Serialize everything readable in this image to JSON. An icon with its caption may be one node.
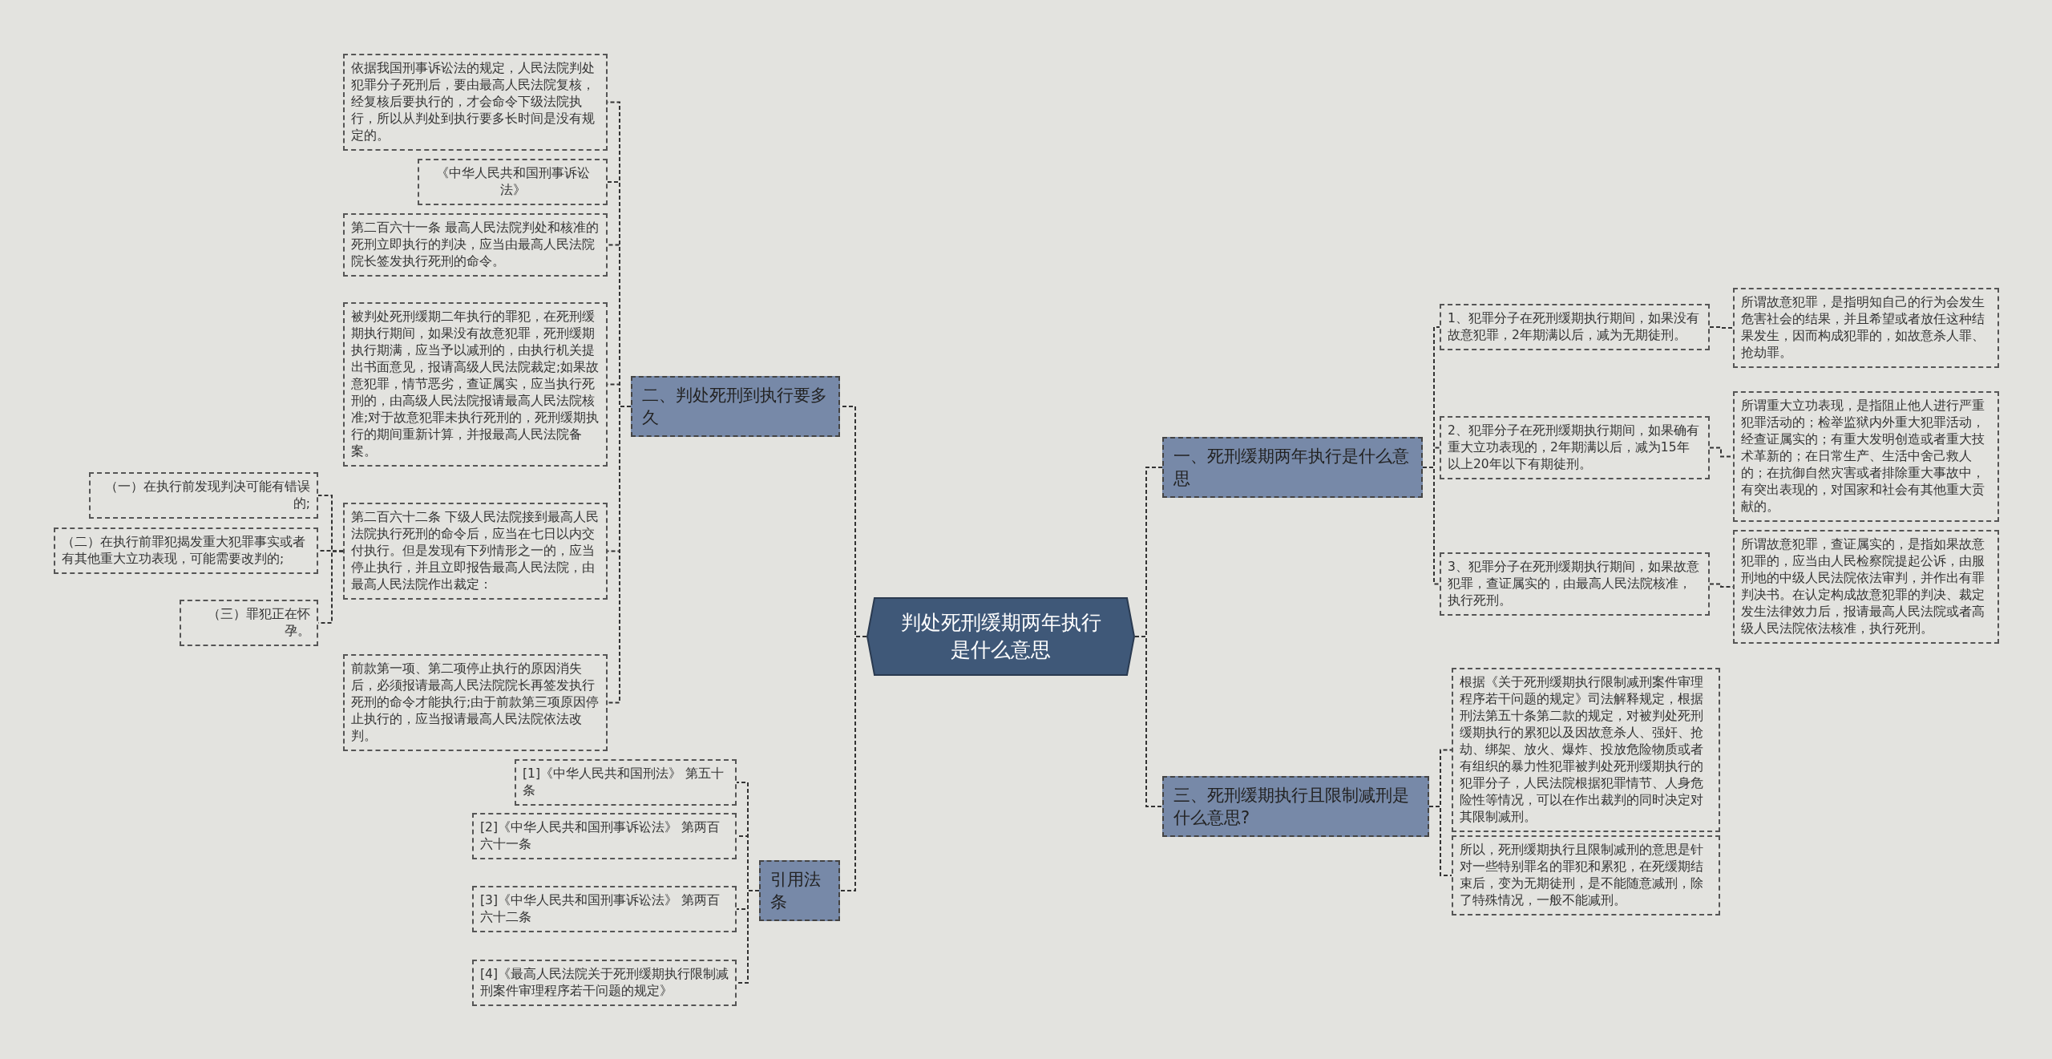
{
  "diagram": {
    "nodes": [
      {
        "text": [
          "判处死刑缓期两年执行是什么意思"
        ]
      },
      {
        "text": [
          "二、判处死刑到执行要多久"
        ]
      },
      {
        "text": [
          "依据我国刑事诉讼法的规定，人民法院判处犯罪分子死刑后，要由最高人民法院复核，经复核后要执行的，才会命令下级法院执行，所以从判处到执行要多长时间是没有规定的。"
        ]
      },
      {
        "text": [
          "《中华人民共和国刑事诉讼法》"
        ]
      },
      {
        "text": [
          "第二百六十一条 最高人民法院判处和核准的死刑立即执行的判决，应当由最高人民法院院长签发执行死刑的命令。"
        ]
      },
      {
        "text": [
          "被判处死刑缓期二年执行的罪犯，在死刑缓期执行期间，如果没有故意犯罪，死刑缓期执行期满，应当予以减刑的，由执行机关提出书面意见，报请高级人民法院裁定;如果故意犯罪，情节恶劣，查证属实，应当执行死刑的，由高级人民法院报请最高人民法院核准;对于故意犯罪未执行死刑的，死刑缓期执行的期间重新计算，并报最高人民法院备案。"
        ]
      },
      {
        "text": [
          "第二百六十二条 下级人民法院接到最高人民法院执行死刑的命令后，应当在七日以内交付执行。但是发现有下列情形之一的，应当停止执行，并且立即报告最高人民法院，由最高人民法院作出裁定："
        ]
      },
      {
        "text": [
          "（一）在执行前发现判决可能有错误的;"
        ]
      },
      {
        "text": [
          "（二）在执行前罪犯揭发重大犯罪事实或者有其他重大立功表现，可能需要改判的;"
        ]
      },
      {
        "text": [
          "（三）罪犯正在怀孕。"
        ]
      },
      {
        "text": [
          "前款第一项、第二项停止执行的原因消失后，必须报请最高人民法院院长再签发执行死刑的命令才能执行;由于前款第三项原因停止执行的，应当报请最高人民法院依法改判。"
        ]
      },
      {
        "text": [
          "引用法条"
        ]
      },
      {
        "text": [
          "[1]《中华人民共和国刑法》 第五十条"
        ]
      },
      {
        "text": [
          "[2]《中华人民共和国刑事诉讼法》 第两百六十一条"
        ]
      },
      {
        "text": [
          "[3]《中华人民共和国刑事诉讼法》 第两百六十二条"
        ]
      },
      {
        "text": [
          "[4]《最高人民法院关于死刑缓期执行限制减刑案件审理程序若干问题的规定》"
        ]
      },
      {
        "text": [
          "一、死刑缓期两年执行是什么意思"
        ]
      },
      {
        "text": [
          "1、犯罪分子在死刑缓期执行期间，如果没有故意犯罪，2年期满以后，减为无期徒刑。"
        ]
      },
      {
        "text": [
          "所谓故意犯罪，是指明知自己的行为会发生危害社会的结果，并且希望或者放任这种结果发生，因而构成犯罪的，如故意杀人罪、抢劫罪。"
        ]
      },
      {
        "text": [
          "2、犯罪分子在死刑缓期执行期间，如果确有重大立功表现的，2年期满以后，减为15年以上20年以下有期徒刑。"
        ]
      },
      {
        "text": [
          "所谓重大立功表现，是指阻止他人进行严重犯罪活动的；检举监狱内外重大犯罪活动，经查证属实的；有重大发明创造或者重大技术革新的；在日常生产、生活中舍己救人的；在抗御自然灾害或者排除重大事故中，有突出表现的，对国家和社会有其他重大贡献的。"
        ]
      },
      {
        "text": [
          "3、犯罪分子在死刑缓期执行期间，如果故意犯罪，查证属实的，由最高人民法院核准，执行死刑。"
        ]
      },
      {
        "text": [
          "所谓故意犯罪，查证属实的，是指如果故意犯罪的，应当由人民检察院提起公诉，由服刑地的中级人民法院依法审判，并作出有罪判决书。在认定构成故意犯罪的判决、裁定发生法律效力后，报请最高人民法院或者高级人民法院依法核准，执行死刑。"
        ]
      },
      {
        "text": [
          "三、死刑缓期执行且限制减刑是什么意思?"
        ]
      },
      {
        "text": [
          "根据《关于死刑缓期执行限制减刑案件审理程序若干问题的规定》司法解释规定，根据刑法第五十条第二款的规定，对被判处死刑缓期执行的累犯以及因故意杀人、强奸、抢劫、绑架、放火、爆炸、投放危险物质或者有组织的暴力性犯罪被判处死刑缓期执行的犯罪分子，人民法院根据犯罪情节、人身危险性等情况，可以在作出裁判的同时决定对其限制减刑。"
        ]
      },
      {
        "text": [
          "所以，死刑缓期执行且限制减刑的意思是针对一些特别罪名的罪犯和累犯，在死缓期结束后，变为无期徒刑，是不能随意减刑，除了特殊情况，一般不能减刑。"
        ]
      }
    ],
    "edges": [
      {
        "from": 0,
        "to": 1,
        "arrow": "none"
      },
      {
        "from": 1,
        "to": 2,
        "arrow": "none"
      },
      {
        "from": 1,
        "to": 3,
        "arrow": "none"
      },
      {
        "from": 1,
        "to": 4,
        "arrow": "none"
      },
      {
        "from": 1,
        "to": 5,
        "arrow": "none"
      },
      {
        "from": 1,
        "to": 6,
        "arrow": "none"
      },
      {
        "from": 6,
        "to": 7,
        "arrow": "none"
      },
      {
        "from": 6,
        "to": 8,
        "arrow": "none"
      },
      {
        "from": 6,
        "to": 9,
        "arrow": "none"
      },
      {
        "from": 1,
        "to": 10,
        "arrow": "none"
      },
      {
        "from": 0,
        "to": 11,
        "arrow": "none"
      },
      {
        "from": 11,
        "to": 12,
        "arrow": "none"
      },
      {
        "from": 11,
        "to": 13,
        "arrow": "none"
      },
      {
        "from": 11,
        "to": 14,
        "arrow": "none"
      },
      {
        "from": 11,
        "to": 15,
        "arrow": "none"
      },
      {
        "from": 0,
        "to": 16,
        "arrow": "none"
      },
      {
        "from": 16,
        "to": 17,
        "arrow": "none"
      },
      {
        "from": 17,
        "to": 18,
        "arrow": "none"
      },
      {
        "from": 16,
        "to": 19,
        "arrow": "none"
      },
      {
        "from": 19,
        "to": 20,
        "arrow": "none"
      },
      {
        "from": 16,
        "to": 21,
        "arrow": "none"
      },
      {
        "from": 21,
        "to": 22,
        "arrow": "none"
      },
      {
        "from": 0,
        "to": 23,
        "arrow": "none"
      },
      {
        "from": 23,
        "to": 24,
        "arrow": "none"
      },
      {
        "from": 23,
        "to": 25,
        "arrow": "none"
      }
    ]
  }
}
